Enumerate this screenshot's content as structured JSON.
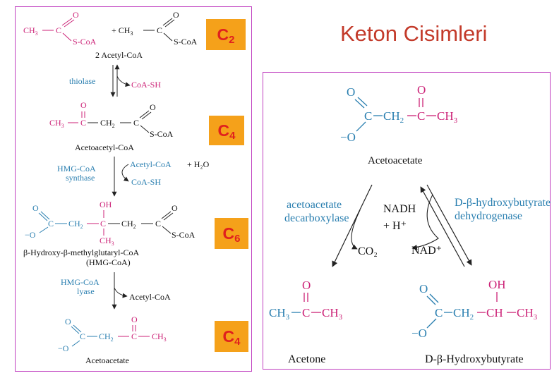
{
  "title": "Keton Cisimleri",
  "carbon_boxes": [
    {
      "letter": "C",
      "num": "2"
    },
    {
      "letter": "C",
      "num": "4"
    },
    {
      "letter": "C",
      "num": "6"
    },
    {
      "letter": "C",
      "num": "4"
    }
  ],
  "left": {
    "acetyl_coa_caption": "2 Acetyl-CoA",
    "thiolase_enzyme": "thiolase",
    "thiolase_product": "CoA-SH",
    "acetoacetyl_caption": "Acetoacetyl-CoA",
    "hmg_synthase_enzyme_1": "HMG-CoA",
    "hmg_synthase_enzyme_2": "synthase",
    "hmg_synthase_input": "Acetyl-CoA",
    "hmg_synthase_input_water": "+ H₂O",
    "hmg_synthase_product": "CoA-SH",
    "hmg_caption_1": "β-Hydroxy-β-methylglutaryl-CoA",
    "hmg_caption_2": "(HMG-CoA)",
    "lyase_enzyme_1": "HMG-CoA",
    "lyase_enzyme_2": "lyase",
    "lyase_product": "Acetyl-CoA",
    "acetoacetate_caption": "Acetoacetate"
  },
  "right": {
    "acetoacetate_caption": "Acetoacetate",
    "decarboxylase_1": "acetoacetate",
    "decarboxylase_2": "decarboxylase",
    "co2": "CO₂",
    "nadh": "NADH",
    "h_plus": "+ H⁺",
    "nad_plus": "NAD⁺",
    "dehydrogenase_1": "D-β-hydroxybutyrate",
    "dehydrogenase_2": "dehydrogenase",
    "acetone_caption": "Acetone",
    "hydroxybutyrate_caption": "D-β-Hydroxybutyrate"
  },
  "colors": {
    "magenta": "#cc2277",
    "blue": "#2a7fb0",
    "title": "#c33a2a",
    "box_fill": "#f5a11a",
    "box_text": "#e0201e",
    "frame": "#c040c0"
  }
}
